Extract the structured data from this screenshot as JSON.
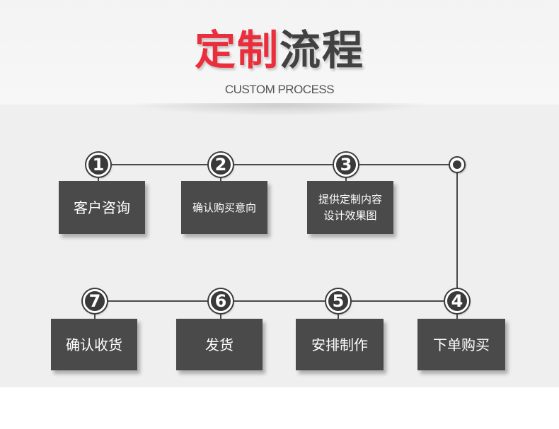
{
  "header": {
    "title_red": "定制",
    "title_dark": "流程",
    "subtitle": "CUSTOM PROCESS"
  },
  "colors": {
    "accent": "#ea2e3c",
    "dark": "#414141",
    "box": "#4a4a4a",
    "background": "#efefef"
  },
  "steps": [
    {
      "number": "1",
      "label": "客户咨询"
    },
    {
      "number": "2",
      "label": "确认购买意向"
    },
    {
      "number": "3",
      "label_line1": "提供定制内容",
      "label_line2": "设计效果图"
    },
    {
      "number": "4",
      "label": "下单购买"
    },
    {
      "number": "5",
      "label": "安排制作"
    },
    {
      "number": "6",
      "label": "发货"
    },
    {
      "number": "7",
      "label": "确认收货"
    }
  ]
}
